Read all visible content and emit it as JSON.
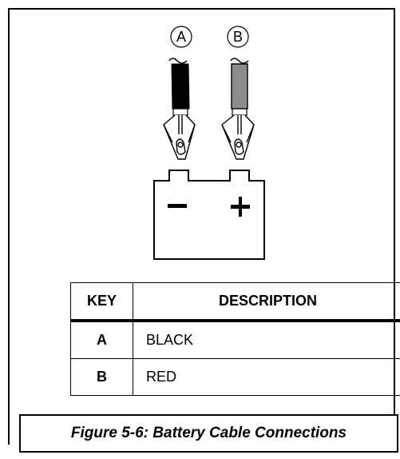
{
  "callouts": {
    "a": "A",
    "b": "B"
  },
  "battery": {
    "negative_symbol": "−",
    "positive_symbol": "+"
  },
  "table": {
    "headers": [
      "KEY",
      "DESCRIPTION"
    ],
    "rows": [
      {
        "key": "A",
        "description": "BLACK"
      },
      {
        "key": "B",
        "description": "RED"
      }
    ]
  },
  "caption": "Figure 5-6: Battery Cable Connections",
  "colors": {
    "cable_a": "#000000",
    "cable_b": "#8c8c8c",
    "stroke": "#000000"
  }
}
